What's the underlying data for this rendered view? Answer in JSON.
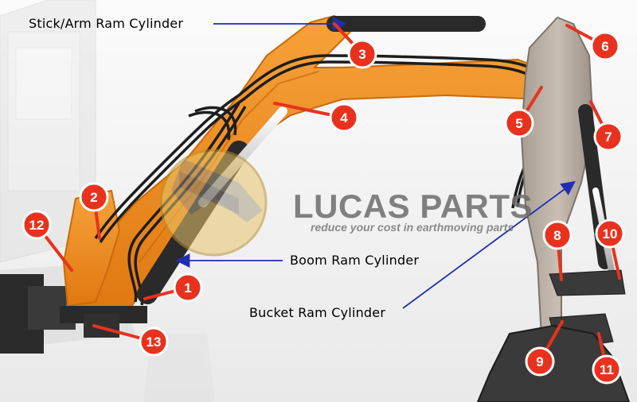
{
  "labels": {
    "stick_arm": "Stick/Arm Ram Cylinder",
    "boom": "Boom Ram Cylinder",
    "bucket": "Bucket Ram Cylinder"
  },
  "watermark": {
    "title": "LUCAS PARTS",
    "subtitle": "reduce your cost in earthmoving parts"
  },
  "markers": [
    "1",
    "2",
    "3",
    "4",
    "5",
    "6",
    "7",
    "8",
    "9",
    "10",
    "11",
    "12",
    "13"
  ],
  "colors": {
    "boom_orange": "#f08a1a",
    "marker_red": "#e8321e",
    "arrow_blue": "#1f2fb0",
    "arm_grey": "#b9aea3"
  }
}
